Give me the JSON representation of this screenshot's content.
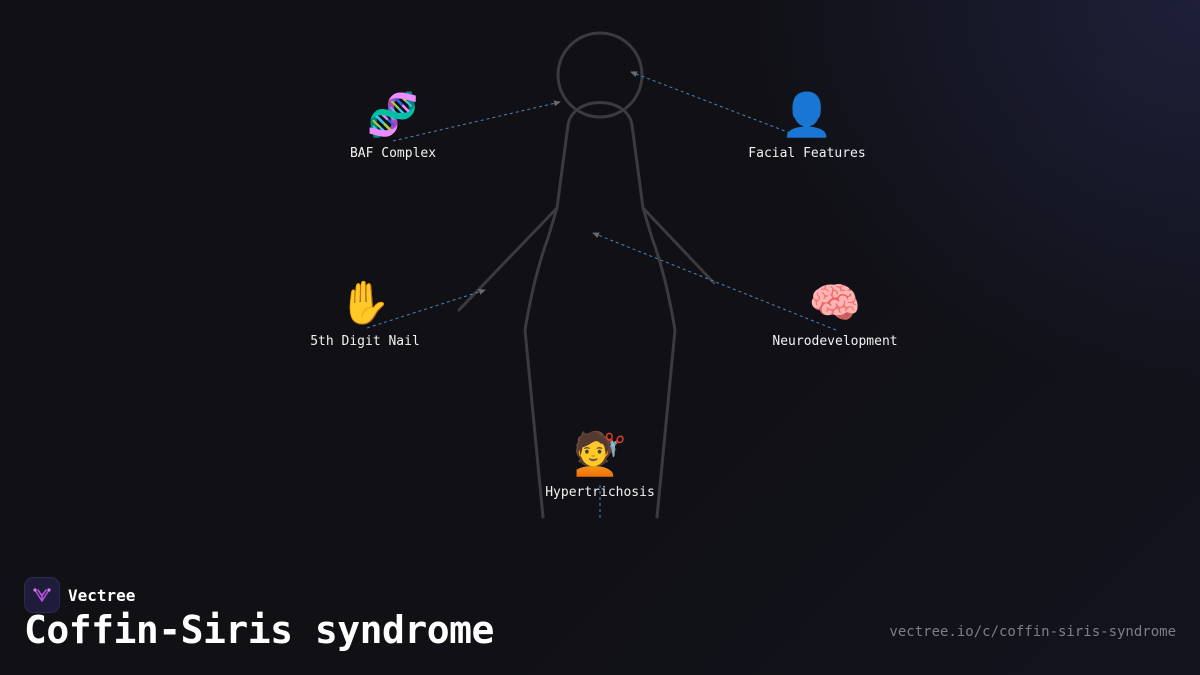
{
  "colors": {
    "background": "#101015",
    "outline": "#3a3a3f",
    "connector": "#4d86b8",
    "accent": "#b44fd8"
  },
  "features": [
    {
      "label": "BAF Complex",
      "icon": "dna-icon",
      "emoji": "🧬"
    },
    {
      "label": "Facial Features",
      "icon": "person-silhouette-icon",
      "emoji": "👤"
    },
    {
      "label": "5th Digit Nail",
      "icon": "raised-hand-icon",
      "emoji": "✋"
    },
    {
      "label": "Neurodevelopment",
      "icon": "brain-icon",
      "emoji": "🧠"
    },
    {
      "label": "Hypertrichosis",
      "icon": "haircut-icon",
      "emoji": "💇"
    }
  ],
  "brand": {
    "name": "Vectree",
    "logo_icon": "vectree-logo-icon"
  },
  "title": "Coffin-Siris syndrome",
  "url": "vectree.io/c/coffin-siris-syndrome"
}
